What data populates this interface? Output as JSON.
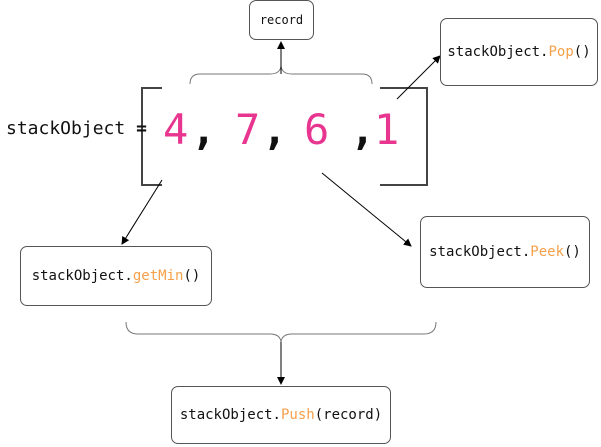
{
  "stack": {
    "name": "stackObject",
    "equals": "=",
    "values": [
      "4",
      "7",
      "6",
      "1"
    ],
    "separator": ","
  },
  "boxes": {
    "record": "record",
    "pop": {
      "object": "stackObject.",
      "method": "Pop",
      "args": "()"
    },
    "getmin": {
      "object": "stackObject.",
      "method": "getMin",
      "args": "()"
    },
    "peek": {
      "object": "stackObject.",
      "method": "Peek",
      "args": "()"
    },
    "push": {
      "object": "stackObject.",
      "method": "Push",
      "args": "(record)"
    }
  },
  "colors": {
    "value": "#e8358f",
    "method": "#f5a04a",
    "line": "#000000",
    "box_border": "#555555"
  }
}
